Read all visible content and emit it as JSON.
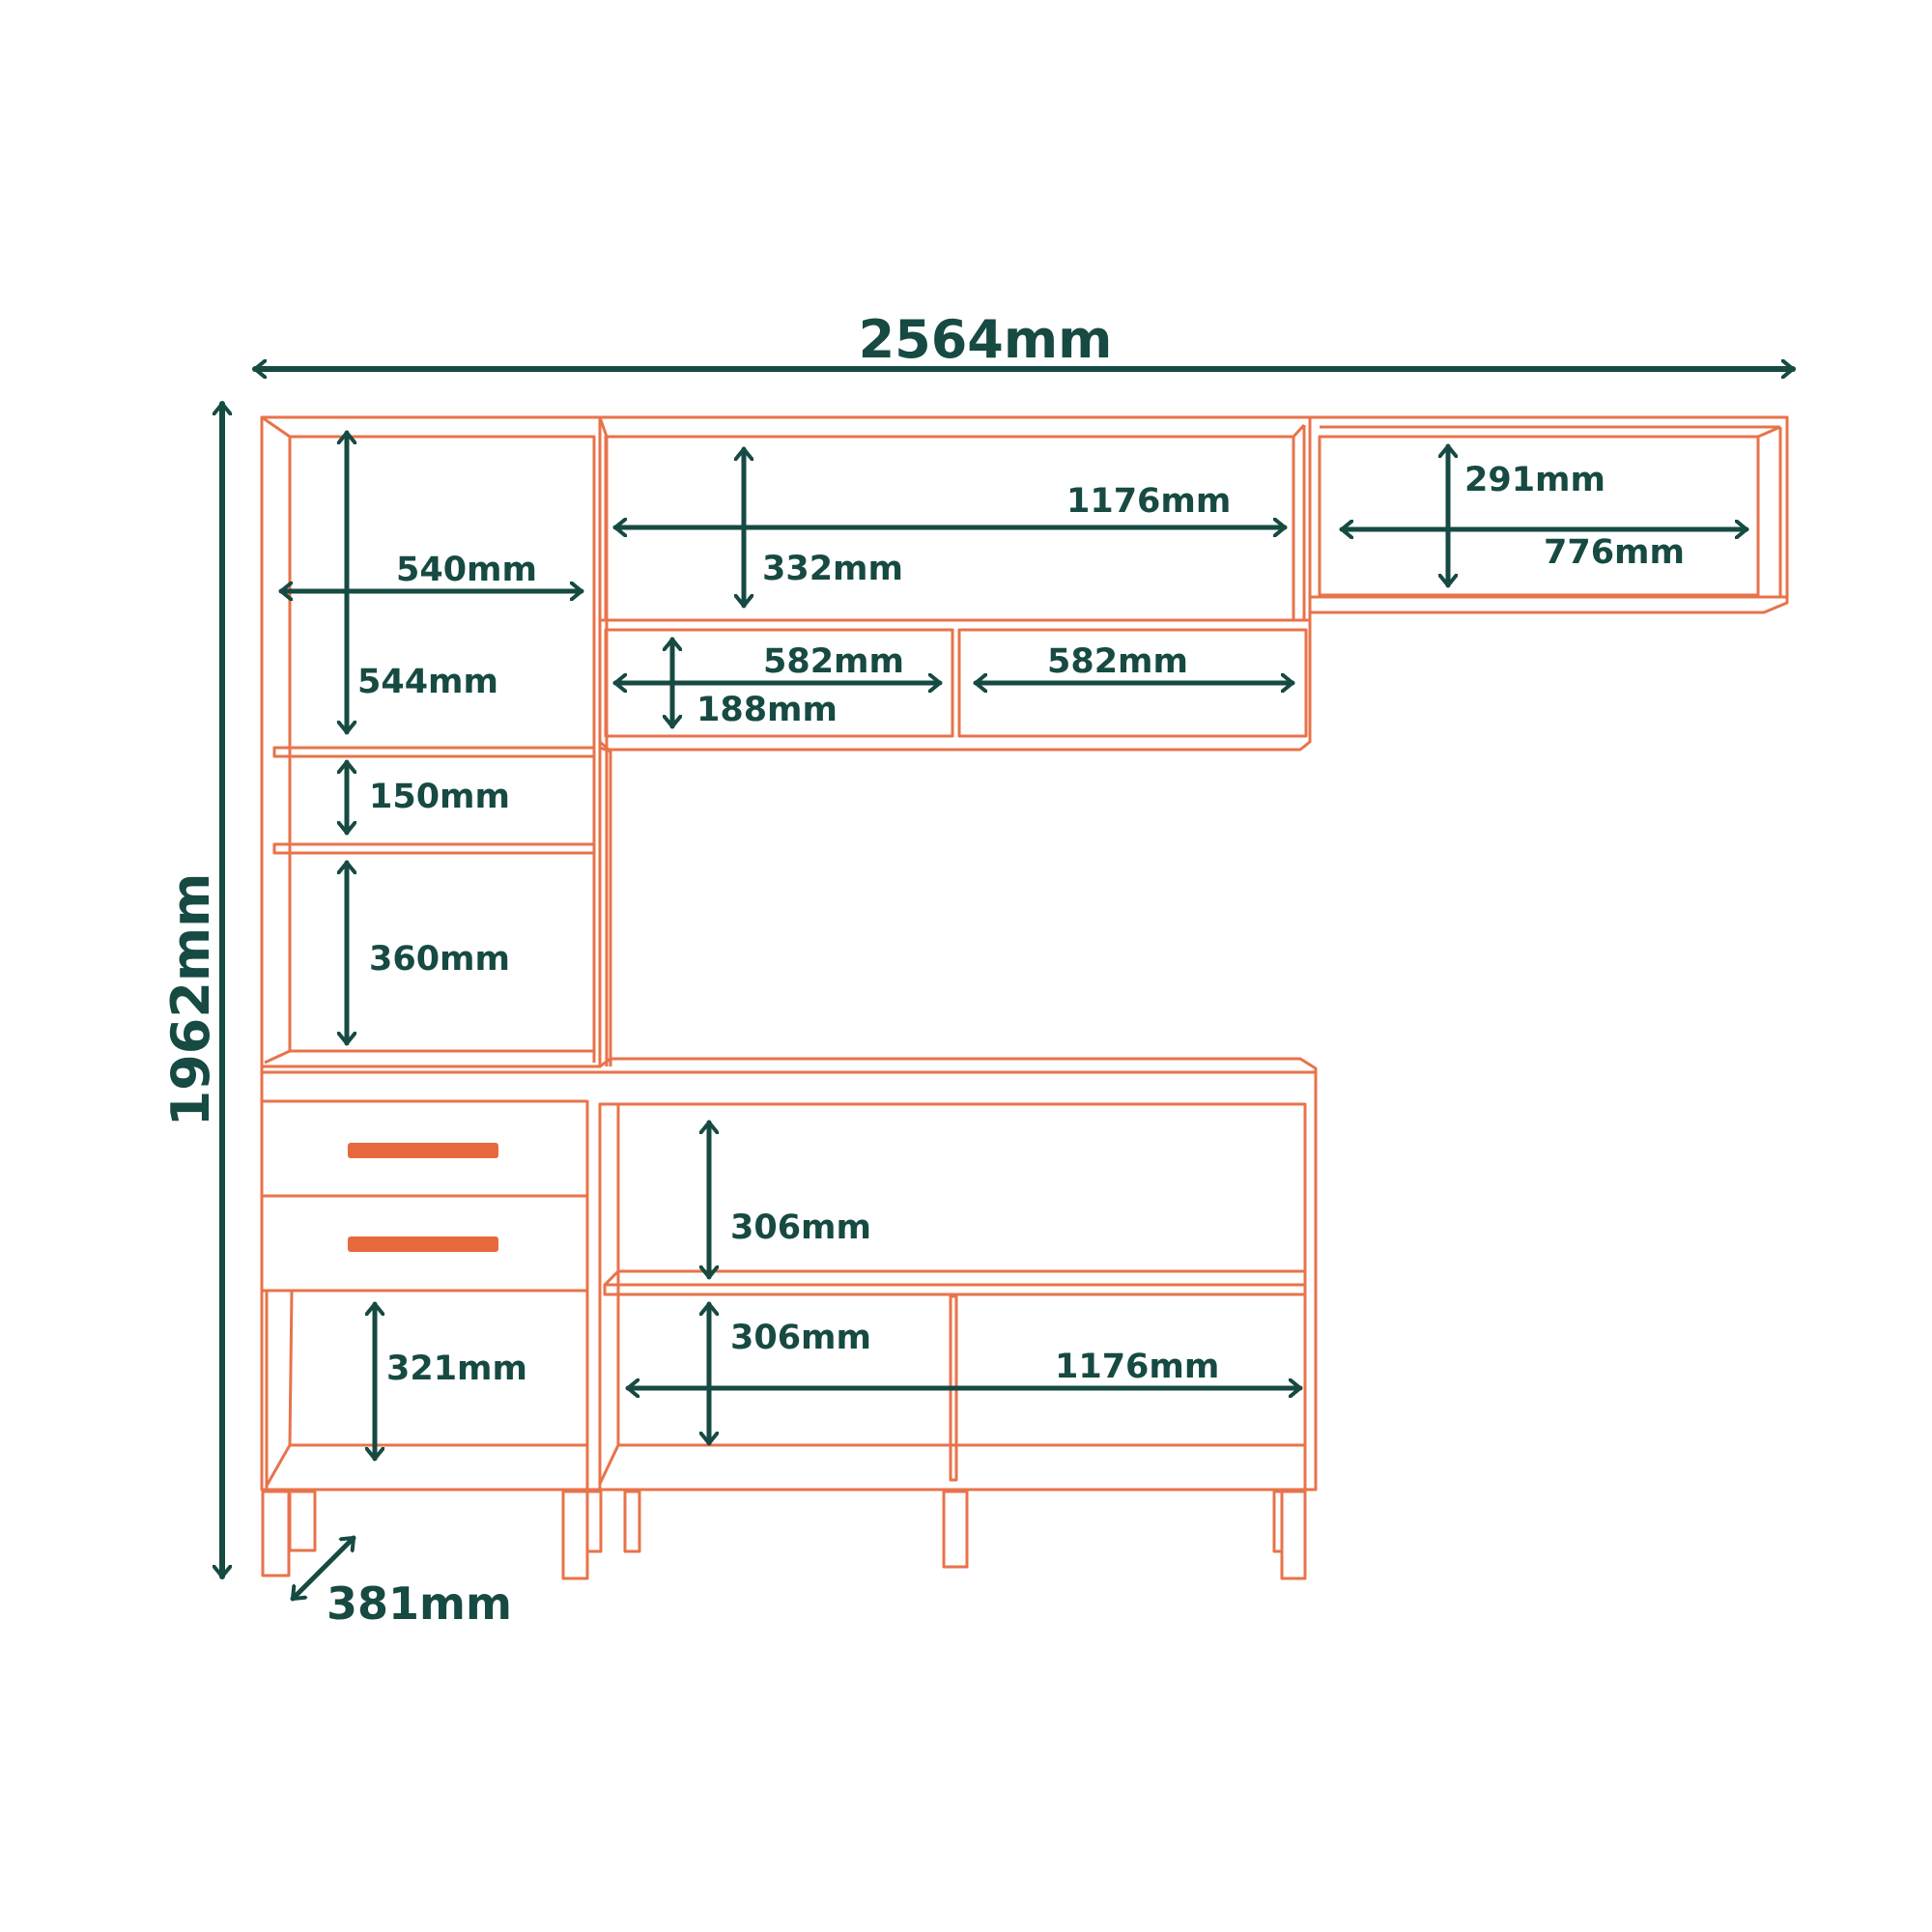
{
  "colors": {
    "outline": "#e8734a",
    "dimension": "#164a42",
    "handle": "#e8693e",
    "background": "#ffffff"
  },
  "dimensions": {
    "overall_width": "2564mm",
    "overall_height": "1962mm",
    "depth": "381mm",
    "tall_top_height": "544mm",
    "tall_width": "540mm",
    "tall_small_shelf": "150mm",
    "tall_lower_height": "360mm",
    "upper_center_width": "1176mm",
    "upper_center_height": "332mm",
    "upper_drawer_left_width": "582mm",
    "upper_drawer_height": "188mm",
    "upper_drawer_right_width": "582mm",
    "upper_right_height": "291mm",
    "upper_right_width": "776mm",
    "lower_upper_height": "306mm",
    "lower_lower_height": "306mm",
    "lower_width": "1176mm",
    "lower_left_height": "321mm"
  }
}
